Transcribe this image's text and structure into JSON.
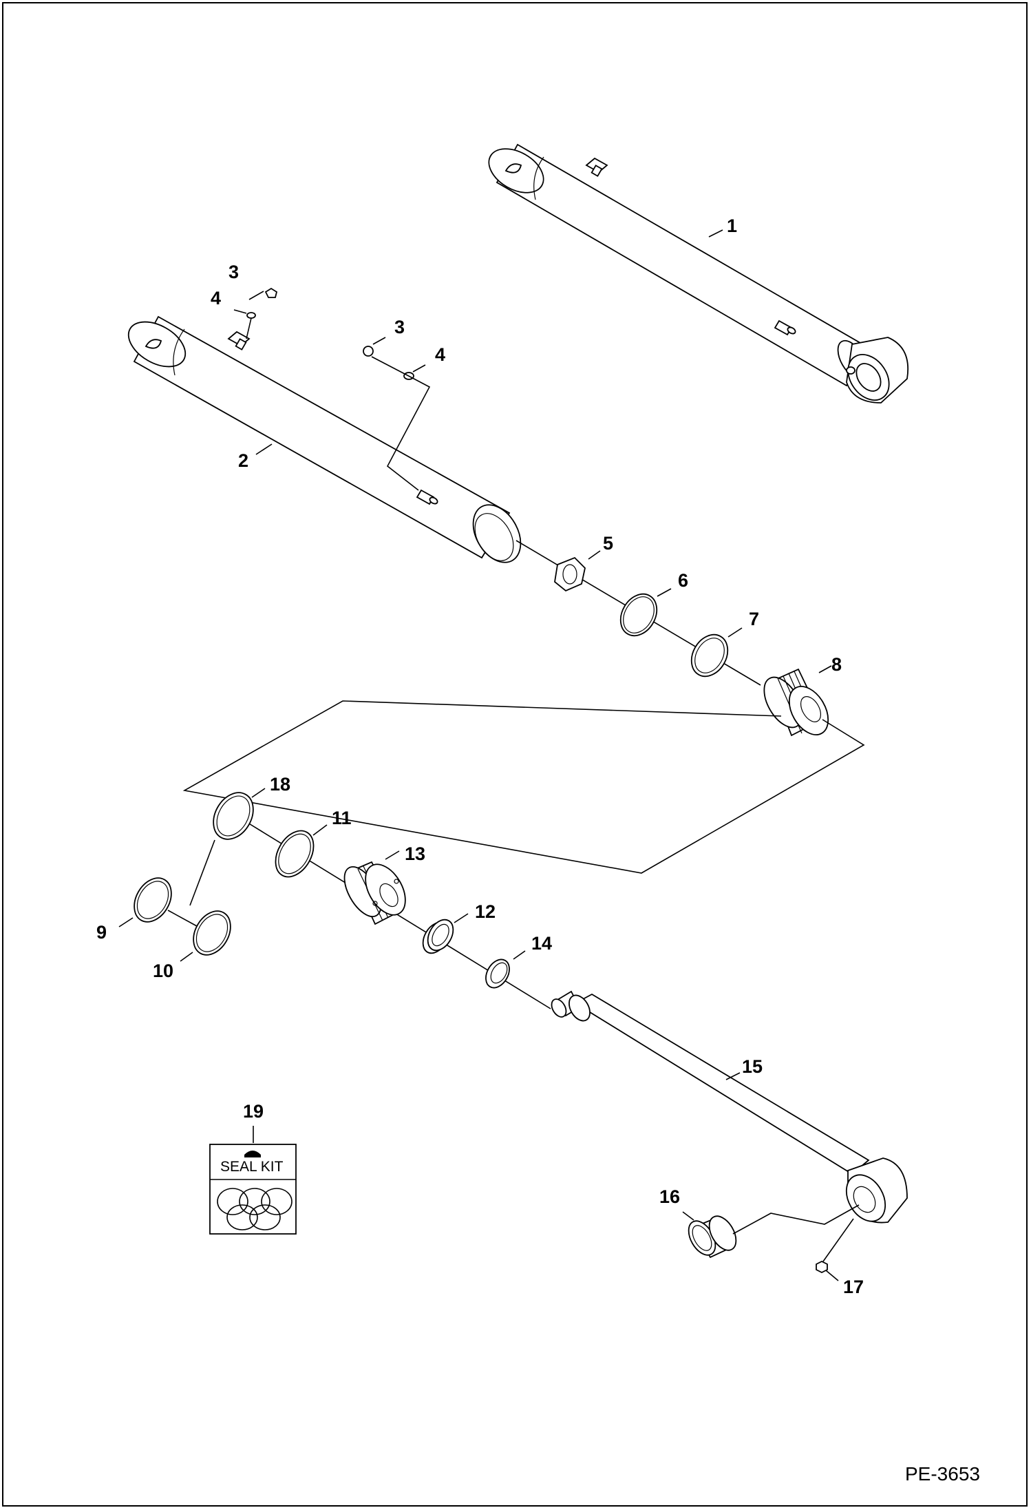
{
  "diagram": {
    "figure_id": "PE-3653",
    "seal_kit_label": "SEAL KIT",
    "callouts": {
      "c1": "1",
      "c2": "2",
      "c3a": "3",
      "c4a": "4",
      "c3b": "3",
      "c4b": "4",
      "c5": "5",
      "c6": "6",
      "c7": "7",
      "c8": "8",
      "c9": "9",
      "c10": "10",
      "c11": "11",
      "c12": "12",
      "c13": "13",
      "c14": "14",
      "c15": "15",
      "c16": "16",
      "c17": "17",
      "c18": "18",
      "c19": "19"
    }
  }
}
